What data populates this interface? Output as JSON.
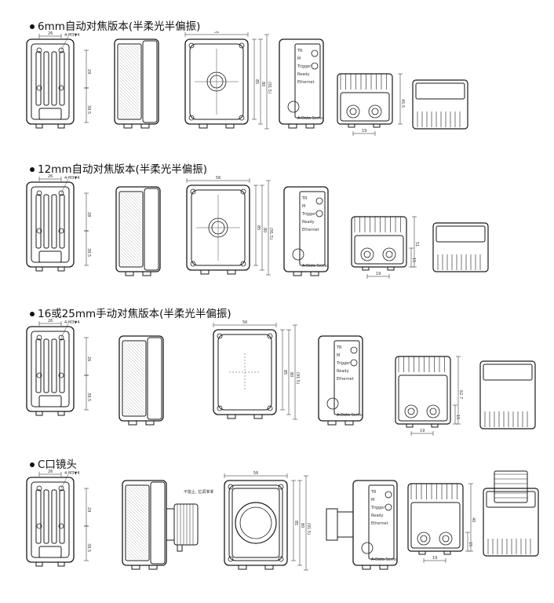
{
  "sections": [
    {
      "title": "6mm自动对焦版本(半柔光半偏振)",
      "dims": {
        "hole_spacing": "26",
        "screw_note": "4-M3▼4",
        "v1": "29",
        "v2": "39.5",
        "width": "56",
        "h1": "85",
        "h2": "80",
        "h3": "(91.5)",
        "side_h": "45.5",
        "bottom_w": "19"
      }
    },
    {
      "title": "12mm自动对焦版本(半柔光半偏振)",
      "dims": {
        "hole_spacing": "26",
        "screw_note": "4-M3▼4",
        "v1": "28",
        "v2": "39.5",
        "width": "56",
        "h1": "85",
        "h2": "80",
        "h3": "(91.5)",
        "side_h": "51",
        "bottom_h": "15",
        "bottom_w": "19"
      }
    },
    {
      "title": "16或25mm手动对焦版本(半柔光半偏振)",
      "dims": {
        "hole_spacing": "26",
        "screw_note": "4-M3▼4",
        "v1": "26",
        "v2": "39.5",
        "width": "56",
        "h1": "85",
        "h2": "80",
        "h3": "(91.5)",
        "side_h": "62.7",
        "bottom_h": "15",
        "bottom_w": "19"
      }
    },
    {
      "title": "C口镜头",
      "dims": {
        "hole_spacing": "26",
        "screw_note": "4-M3▼4",
        "v1": "29",
        "v2": "39.5",
        "width": "56",
        "h1": "85",
        "h2": "80",
        "h3": "(91.5)",
        "side_h": "40",
        "bottom_h": "15",
        "bottom_w": "19",
        "lens_note": "不能止, 拉调准准"
      }
    }
  ],
  "panel_labels": [
    "TR",
    "M",
    "Trigger",
    "Ready",
    "Ethernet",
    "A-Data Series"
  ],
  "colors": {
    "line": "#1a1a1a",
    "panel": "#ffffff",
    "hatch": "#9a9a9a"
  }
}
